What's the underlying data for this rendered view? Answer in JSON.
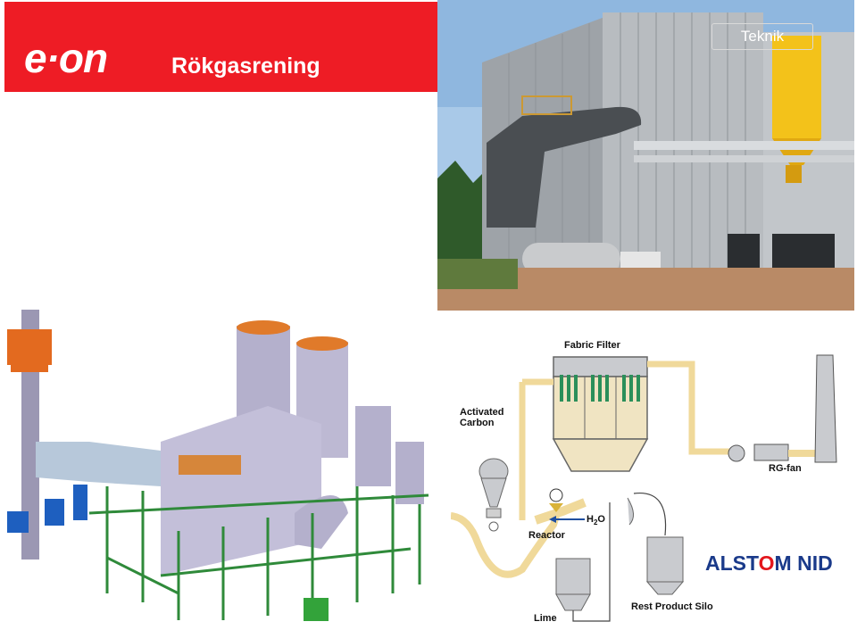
{
  "header": {
    "logo_text": "e·on",
    "title": "Rökgasrening",
    "color": "#ee1c25"
  },
  "photo": {
    "tag": "Teknik"
  },
  "schematic": {
    "labels": {
      "fabric_filter": "Fabric Filter",
      "activated_carbon_1": "Activated",
      "activated_carbon_2": "Carbon",
      "rg_fan": "RG-fan",
      "h2o": "H",
      "h2o_sub": "2",
      "h2o_o": "O",
      "reactor": "Reactor",
      "lime": "Lime",
      "rest_silo": "Rest Product Silo"
    },
    "brand_a": "ALST",
    "brand_o": "O",
    "brand_m": "M",
    "brand_nid": " NID"
  }
}
